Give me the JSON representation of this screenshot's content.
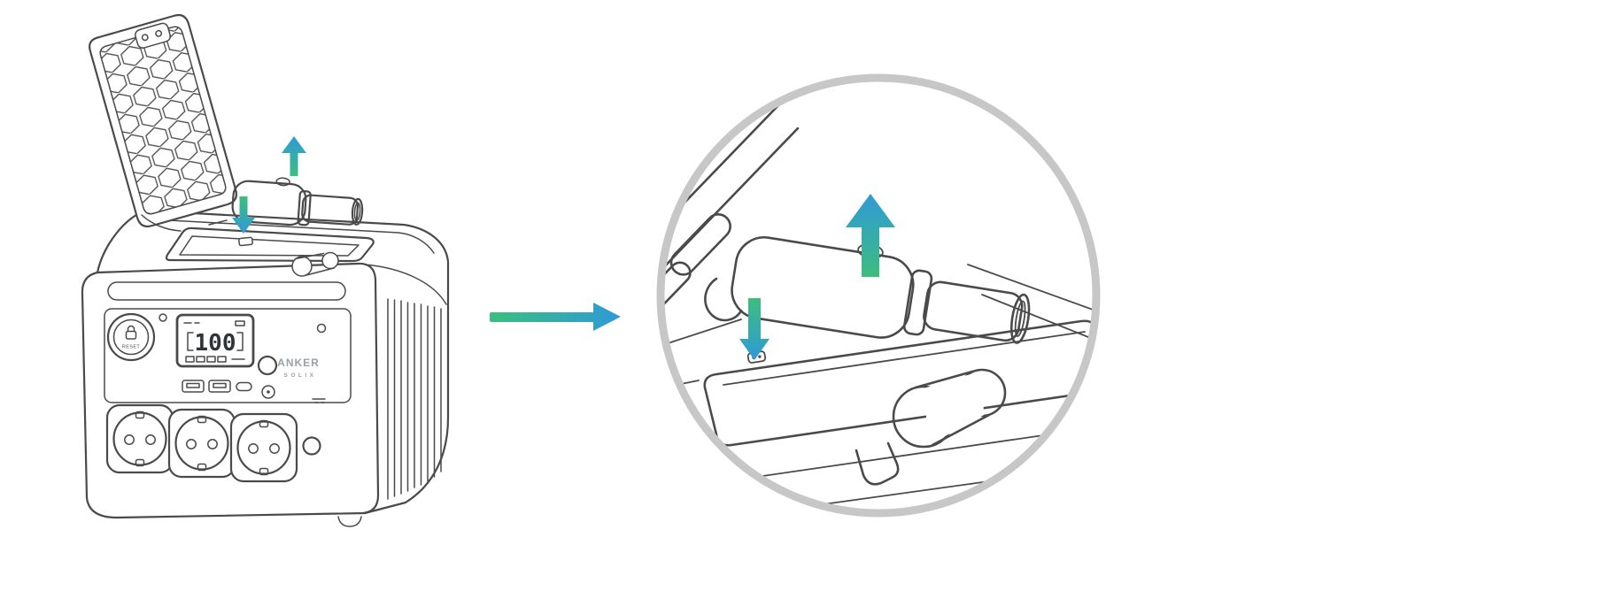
{
  "canvas": {
    "background": "#ffffff"
  },
  "palette": {
    "outline": "#4a4a4a",
    "ring_grey": "#c7c7c7",
    "flashlight_body": "#cdd1d3",
    "flashlight_barrel": "#c2c6c8",
    "flashlight_endcap": "#b7bbbd",
    "brand_grey": "#9aa0a4",
    "display_ink": "#2f3438",
    "arrow_green": "#3cbe7e",
    "arrow_blue": "#2f9ad8"
  },
  "device": {
    "brand": "ANKER",
    "sub_brand": "SOLIX",
    "display_value": "100",
    "reset_label": "RESET"
  },
  "icons": {
    "up_arrow": "↑",
    "down_arrow": "↓",
    "transition_arrow": "→"
  }
}
